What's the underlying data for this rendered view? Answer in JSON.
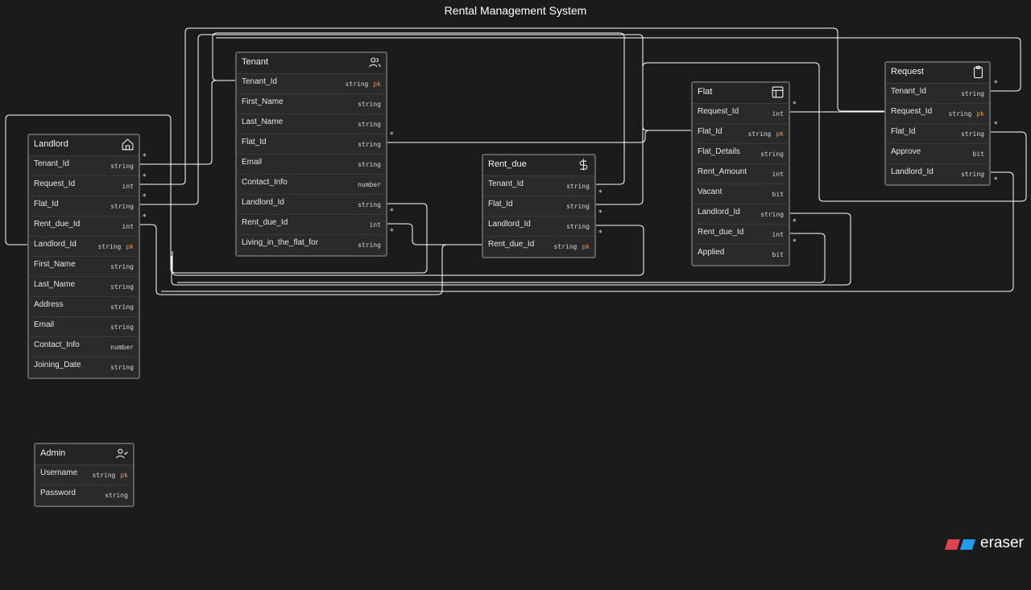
{
  "title": "Rental Management System",
  "colors": {
    "background": "#1b1b1b",
    "table_bg": "#2a2a2a",
    "border": "#5f5f5f",
    "pk": "#e8955a",
    "edge": "#ffffff"
  },
  "tables": {
    "tenant": {
      "name": "Tenant",
      "icon": "users-icon",
      "fields": [
        {
          "name": "Tenant_Id",
          "type": "string",
          "pk": "pk"
        },
        {
          "name": "First_Name",
          "type": "string"
        },
        {
          "name": "Last_Name",
          "type": "string"
        },
        {
          "name": "Flat_Id",
          "type": "string"
        },
        {
          "name": "Email",
          "type": "string"
        },
        {
          "name": "Contact_Info",
          "type": "number"
        },
        {
          "name": "Landlord_Id",
          "type": "string"
        },
        {
          "name": "Rent_due_Id",
          "type": "int"
        },
        {
          "name": "Living_in_the_flat_for",
          "type": "string"
        }
      ]
    },
    "landlord": {
      "name": "Landlord",
      "icon": "home-icon",
      "fields": [
        {
          "name": "Tenant_Id",
          "type": "string"
        },
        {
          "name": "Request_Id",
          "type": "int"
        },
        {
          "name": "Flat_Id",
          "type": "string"
        },
        {
          "name": "Rent_due_Id",
          "type": "int"
        },
        {
          "name": "Landlord_Id",
          "type": "string",
          "pk": "pk"
        },
        {
          "name": "First_Name",
          "type": "string"
        },
        {
          "name": "Last_Name",
          "type": "string"
        },
        {
          "name": "Address",
          "type": "string"
        },
        {
          "name": "Email",
          "type": "string"
        },
        {
          "name": "Contact_Info",
          "type": "number"
        },
        {
          "name": "Joining_Date",
          "type": "string"
        }
      ]
    },
    "rent_due": {
      "name": "Rent_due",
      "icon": "dollar-icon",
      "fields": [
        {
          "name": "Tenant_Id",
          "type": "string"
        },
        {
          "name": "Flat_Id",
          "type": "string"
        },
        {
          "name": "Landlord_Id",
          "type": "string"
        },
        {
          "name": "Rent_due_Id",
          "type": "string",
          "pk": "pk"
        }
      ]
    },
    "flat": {
      "name": "Flat",
      "icon": "layout-icon",
      "fields": [
        {
          "name": "Request_Id",
          "type": "int"
        },
        {
          "name": "Flat_Id",
          "type": "string",
          "pk": "pk"
        },
        {
          "name": "Flat_Details",
          "type": "string"
        },
        {
          "name": "Rent_Amount",
          "type": "int"
        },
        {
          "name": "Vacant",
          "type": "bit"
        },
        {
          "name": "Landlord_Id",
          "type": "string"
        },
        {
          "name": "Rent_due_Id",
          "type": "int"
        },
        {
          "name": "Applied",
          "type": "bit"
        }
      ]
    },
    "request": {
      "name": "Request",
      "icon": "clipboard-icon",
      "fields": [
        {
          "name": "Tenant_Id",
          "type": "string"
        },
        {
          "name": "Request_Id",
          "type": "string",
          "pk": "pk"
        },
        {
          "name": "Flat_Id",
          "type": "string"
        },
        {
          "name": "Approve",
          "type": "bit"
        },
        {
          "name": "Landlord_Id",
          "type": "string"
        }
      ]
    },
    "admin": {
      "name": "Admin",
      "icon": "user-check-icon",
      "fields": [
        {
          "name": "Username",
          "type": "string",
          "pk": "pk"
        },
        {
          "name": "Password",
          "type": "string"
        }
      ]
    }
  },
  "relation_mark": "*",
  "logo_text": "eraser"
}
